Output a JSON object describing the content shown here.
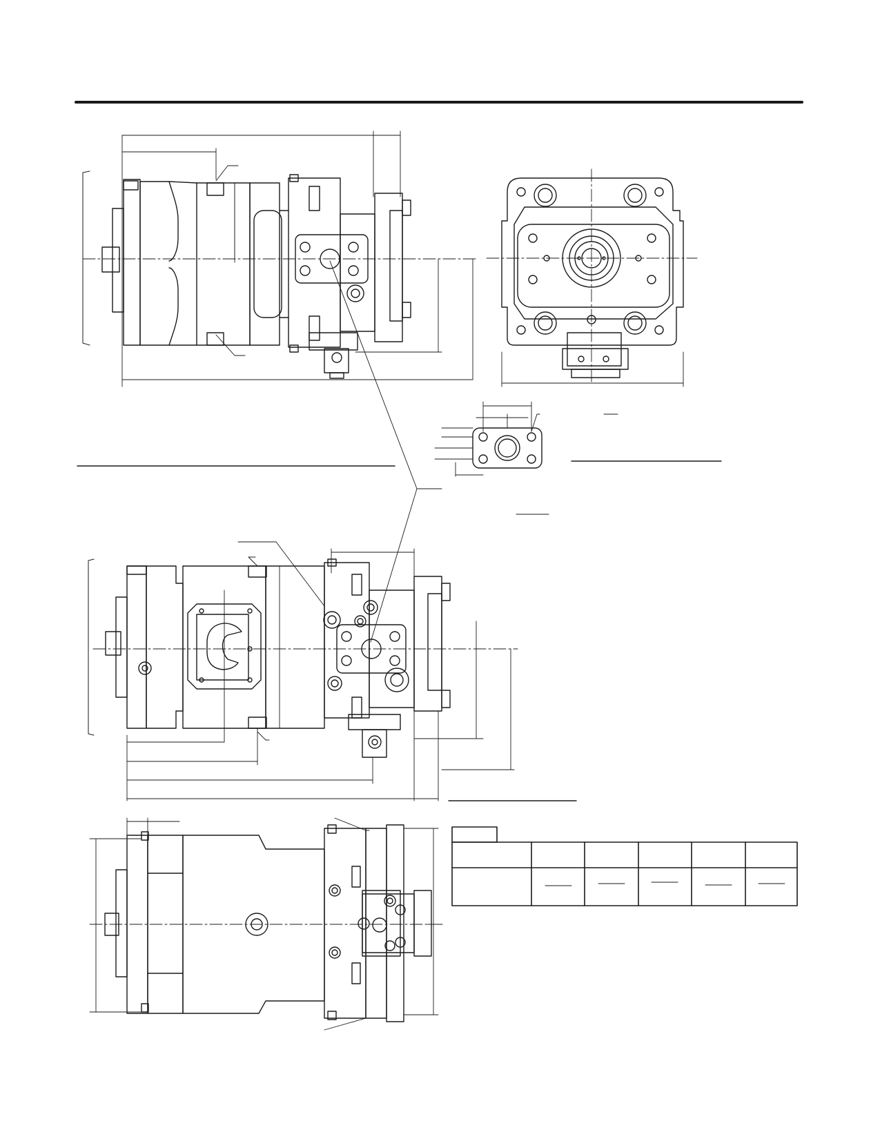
{
  "sheet": {
    "colors": {
      "ink": "#1a1a1a",
      "paper": "#ffffff"
    },
    "views": [
      "side-view-top",
      "front-end-view",
      "port-flange-detail",
      "side-view-middle",
      "top-view-bottom",
      "dimension-table"
    ],
    "table": {
      "columns": 5,
      "rows": 2,
      "cells": []
    }
  }
}
